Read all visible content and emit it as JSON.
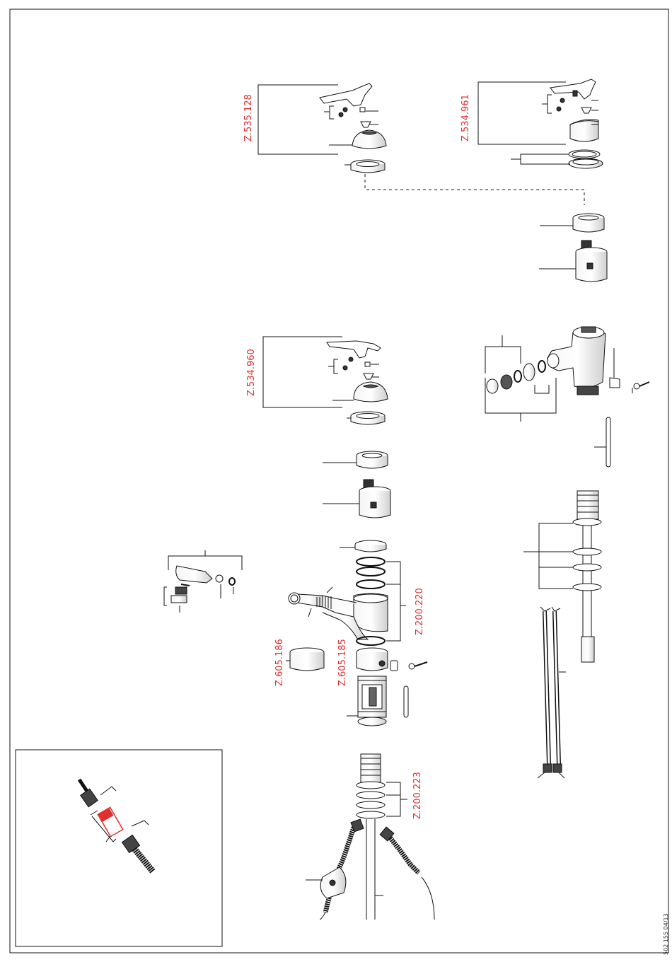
{
  "document_number": "502 155 04/13",
  "accent_color": "#e03030",
  "line_color": "#111111",
  "part_labels": [
    {
      "id": "z535128",
      "text": "Z.535.128"
    },
    {
      "id": "z534961",
      "text": "Z.534.961"
    },
    {
      "id": "z534960",
      "text": "Z.534.960"
    },
    {
      "id": "z200220",
      "text": "Z.200.220"
    },
    {
      "id": "z605186",
      "text": "Z.605.186"
    },
    {
      "id": "z605185",
      "text": "Z.605.185"
    },
    {
      "id": "z200223",
      "text": "Z.200.223"
    }
  ]
}
